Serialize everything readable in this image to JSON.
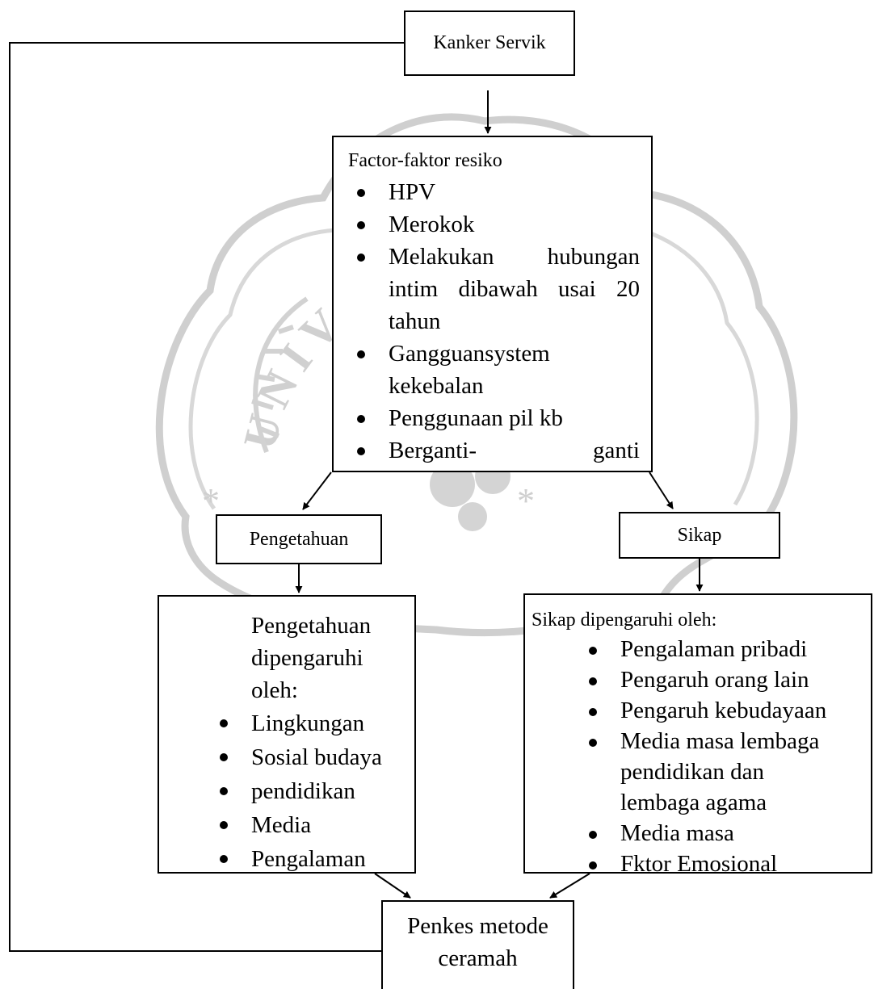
{
  "nodes": {
    "root": "Kanker Servik",
    "risk": {
      "heading": "Factor-faktor resiko",
      "items": [
        "HPV",
        "Merokok",
        "Melakukan hubungan intim dibawah usai 20 tahun",
        "Gangguansystem kekebalan",
        "Penggunaan pil kb",
        "Berganti- ganti pasangan"
      ]
    },
    "knowledge": "Pengetahuan",
    "attitude": "Sikap",
    "knowledge_factors": {
      "heading": "Pengetahuan dipengaruhi oleh:",
      "items": [
        "Lingkungan",
        "Sosial budaya",
        "pendidikan",
        "Media",
        "Pengalaman"
      ]
    },
    "attitude_factors": {
      "heading": "Sikap dipengaruhi oleh:",
      "items": [
        "Pengalaman pribadi",
        "Pengaruh orang lain",
        "Pengaruh kebudayaan",
        "Media masa lembaga pendidikan dan lembaga agama",
        "Media masa",
        "Fktor Emosional"
      ]
    },
    "outcome": "Penkes metode ceramah"
  },
  "watermark_text": "UNIVERSITAS KATOLIK SOEGIJAPRANATA",
  "colors": {
    "line": "#000000",
    "watermark": "#c8c8c8"
  }
}
